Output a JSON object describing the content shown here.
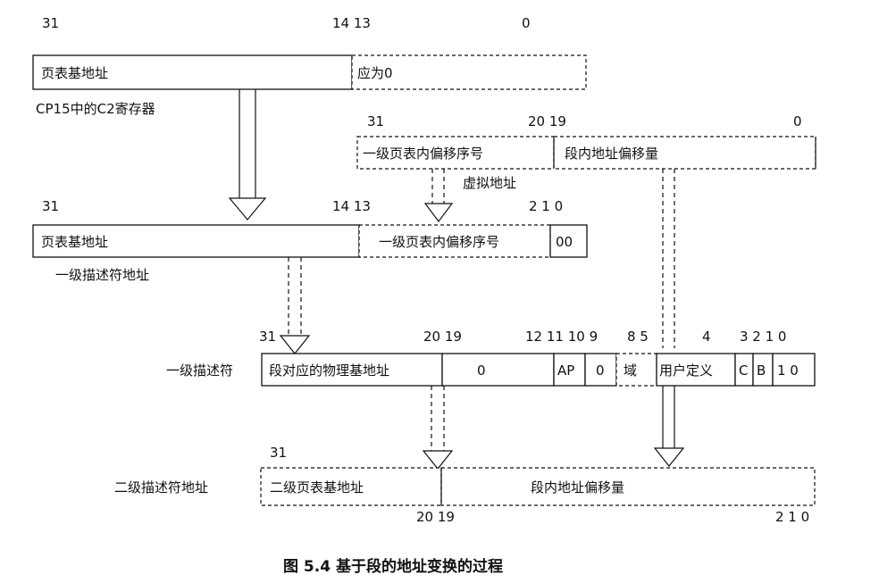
{
  "reg": {
    "bits_hi": "31",
    "bits_mid": "14 13",
    "bits_lo": "0",
    "field_base": "页表基地址",
    "field_zero": "应为0",
    "label": "CP15中的C2寄存器"
  },
  "va": {
    "bits_hi": "31",
    "bits_mid": "20 19",
    "bits_lo": "0",
    "field_index": "一级页表内偏移序号",
    "field_offset": "段内地址偏移量",
    "label": "虚拟地址"
  },
  "l1addr": {
    "bits_hi": "31",
    "bits_mid": "14 13",
    "bits_lo": "2 1 0",
    "field_base": "页表基地址",
    "field_index": "一级页表内偏移序号",
    "field_low": "00",
    "label": "一级描述符地址"
  },
  "l1desc": {
    "bits_hi": "31",
    "bits_a": "20 19",
    "bits_b": "12 11 10 9",
    "bits_c": "8 5",
    "bits_d": "4",
    "bits_e": "3 2 1 0",
    "field_base": "段对应的物理基地址",
    "field_zero": "0",
    "field_ap": "AP",
    "field_z": "0",
    "field_domain": "域",
    "field_user": "用户定义",
    "field_c": "C",
    "field_b": "B",
    "field_type": "1 0",
    "label": "一级描述符"
  },
  "l2addr": {
    "bits_hi": "31",
    "bits_mid": "20 19",
    "bits_lo": "2 1 0",
    "field_base": "二级页表基地址",
    "field_offset": "段内地址偏移量",
    "label": "二级描述符地址"
  },
  "caption": "图 5.4  基于段的地址变换的过程"
}
